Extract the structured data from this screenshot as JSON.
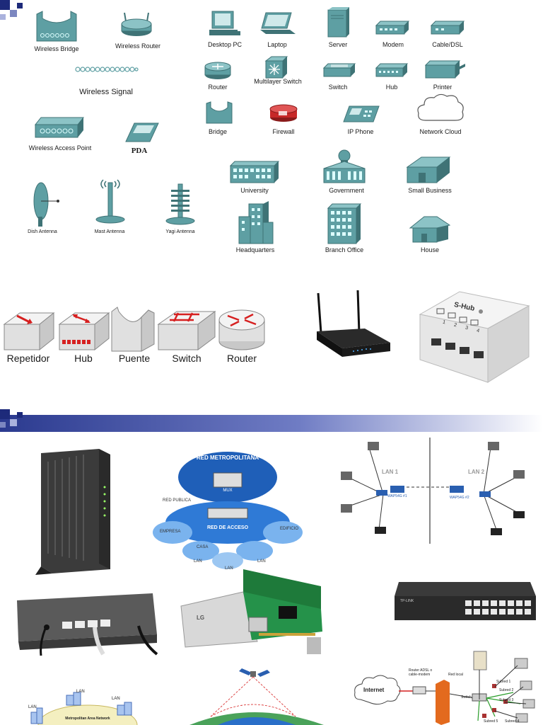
{
  "slide1": {
    "wireless": [
      {
        "id": "wireless-bridge",
        "label": "Wireless Bridge"
      },
      {
        "id": "wireless-router",
        "label": "Wireless Router"
      },
      {
        "id": "wireless-signal",
        "label": "Wireless Signal"
      },
      {
        "id": "wireless-access-point",
        "label": "Wireless Access Point"
      },
      {
        "id": "pda",
        "label": "PDA"
      },
      {
        "id": "dish-antenna",
        "label": "Dish Antenna"
      },
      {
        "id": "mast-antenna",
        "label": "Mast Antenna"
      },
      {
        "id": "yagi-antenna",
        "label": "Yagi Antenna"
      }
    ],
    "devices": {
      "desktop_pc": "Desktop PC",
      "laptop": "Laptop",
      "server": "Server",
      "modem": "Modem",
      "cable_dsl": "Cable/DSL",
      "router": "Router",
      "multilayer_switch": "Multilayer Switch",
      "switch": "Switch",
      "hub": "Hub",
      "printer": "Printer",
      "bridge": "Bridge",
      "firewall": "Firewall",
      "ip_phone": "IP Phone",
      "network_cloud": "Network Cloud"
    },
    "buildings": {
      "university": "University",
      "government": "Government",
      "small_business": "Small Business",
      "headquarters": "Headquarters",
      "branch_office": "Branch Office",
      "house": "House"
    },
    "boxes": [
      "Repetidor",
      "Hub",
      "Puente",
      "Switch",
      "Router"
    ],
    "shub_label": "S-Hub",
    "shub_ports": [
      "1",
      "2",
      "3",
      "4"
    ]
  },
  "slide2": {
    "metro": {
      "title": "RED METROPOLITANA",
      "access": "RED DE ACCESO",
      "mux": "MUX",
      "labels": [
        "RED PUBLICA",
        "EMPRESA",
        "CASA",
        "EDIFICIO",
        "LAN",
        "LAN",
        "LAN"
      ]
    },
    "lan_diagram": {
      "lan1": "LAN 1",
      "lan2": "LAN 2",
      "ap1": "WAP54G #1",
      "ap2": "WAP54G #2"
    },
    "nic_brand": "LG",
    "switch_brand": "TP-LINK",
    "man": {
      "title": "Metropolitan Area Network",
      "lan_labels": [
        "LAN",
        "LAN",
        "LAN"
      ]
    },
    "internet": {
      "cloud": "Internet",
      "router": "Router ADSL o cable-modem",
      "red_local": "Red local",
      "switch": "Switch",
      "subnets": [
        "Subred 1",
        "Subred 2",
        "Subred 3",
        "Subred 4",
        "Subred 5"
      ]
    }
  },
  "colors": {
    "teal": "#5e9fa3",
    "bar_start": "#2b3a8f",
    "bar_end": "#ffffff",
    "red": "#d62020"
  }
}
